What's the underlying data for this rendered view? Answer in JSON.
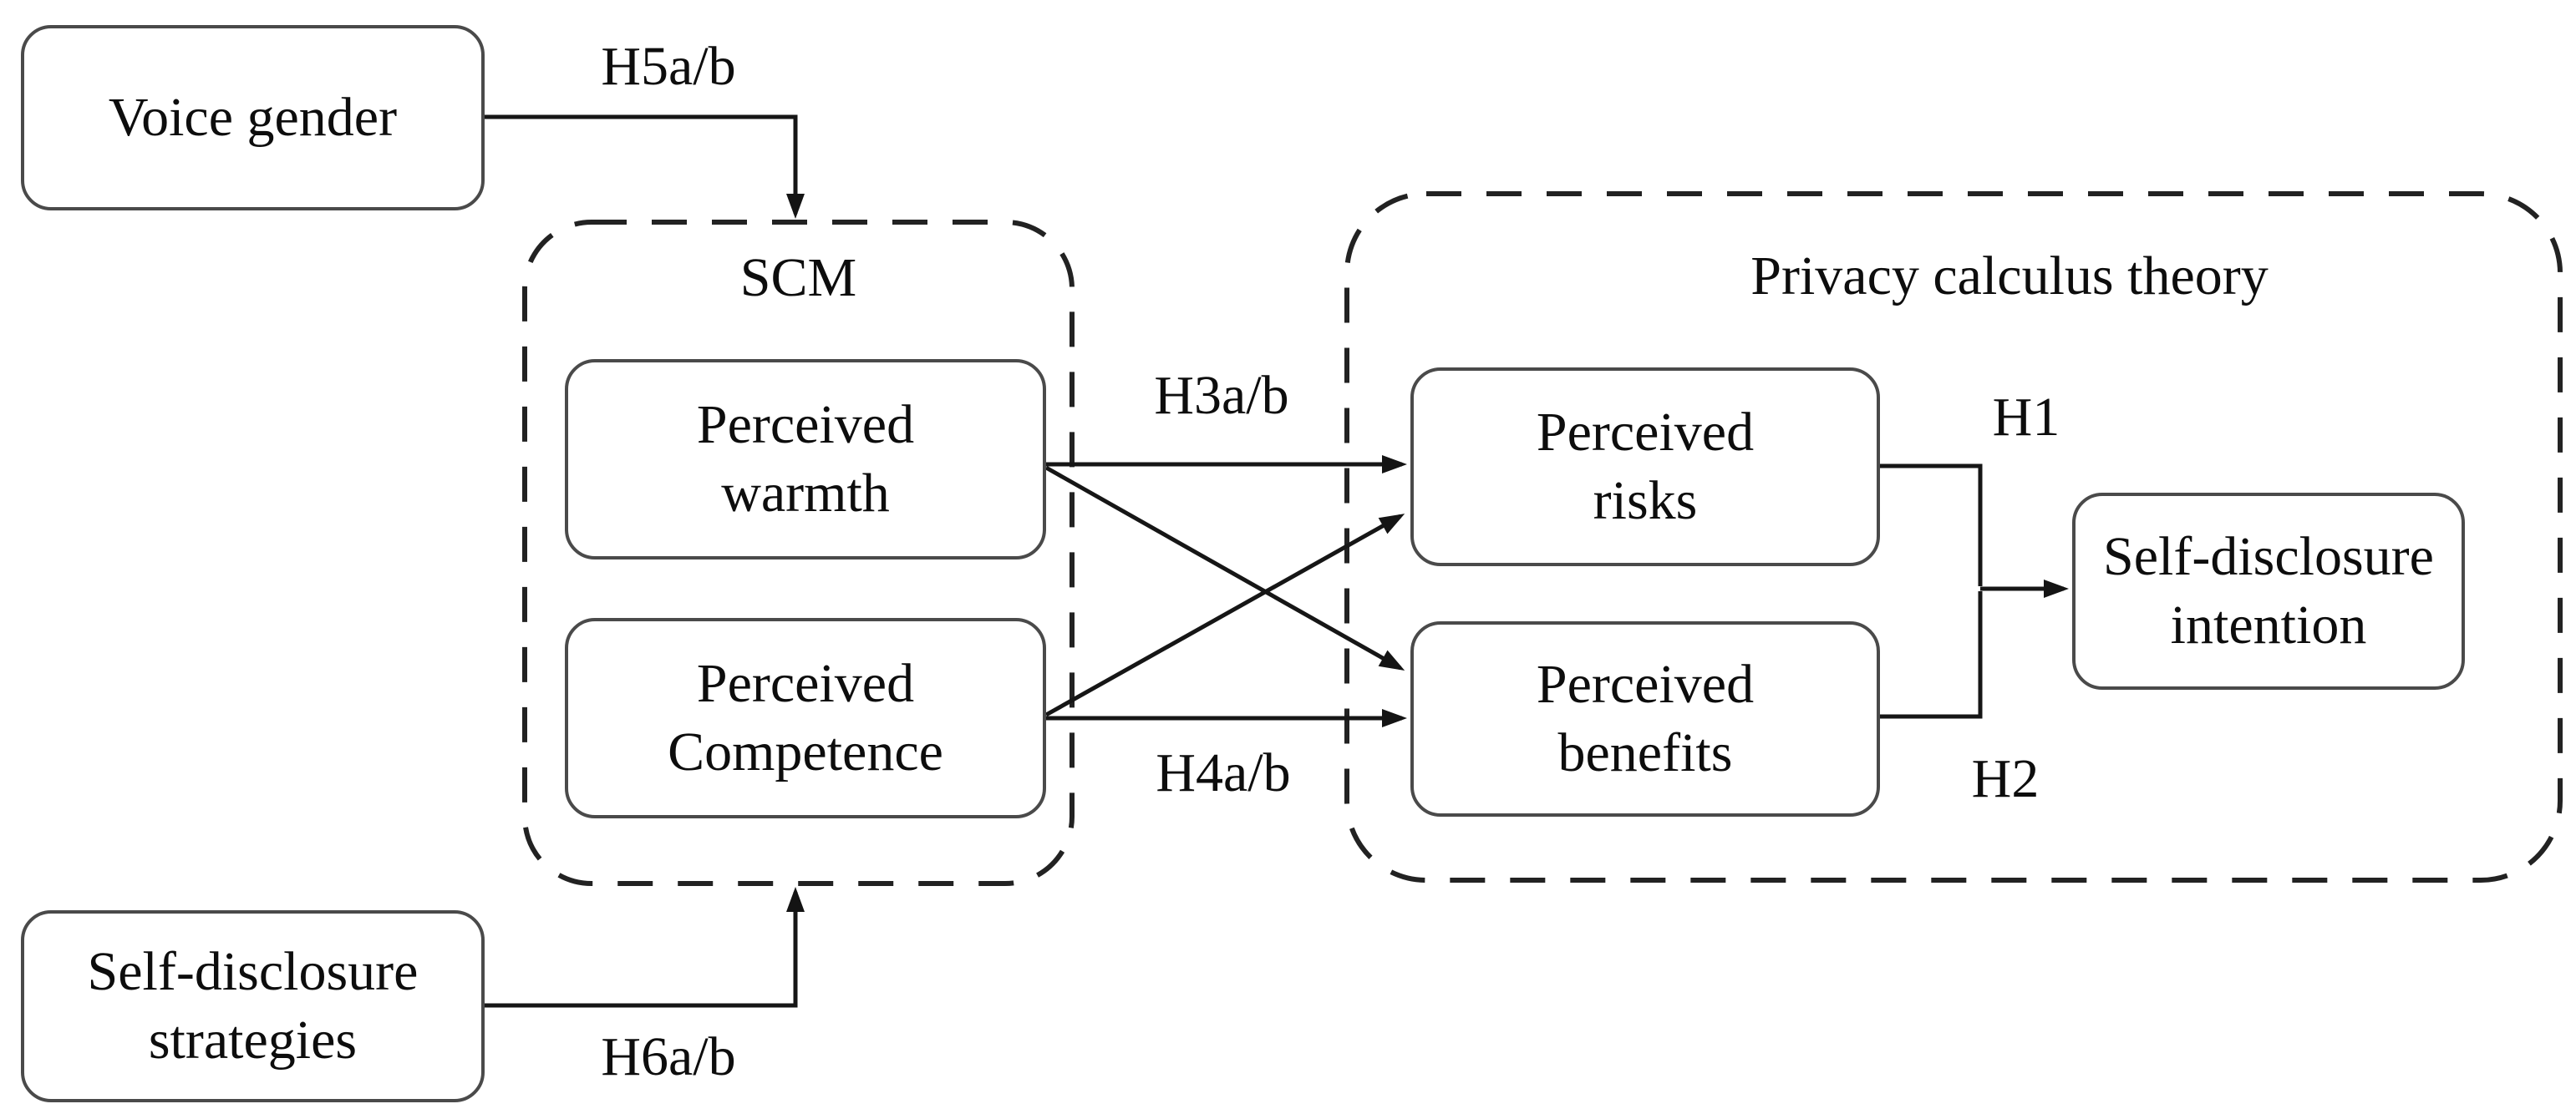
{
  "diagram": {
    "nodes": {
      "voice_gender": {
        "label": "Voice gender"
      },
      "perceived_warmth": {
        "label": "Perceived\nwarmth"
      },
      "perceived_competence": {
        "label": "Perceived\nCompetence"
      },
      "perceived_risks": {
        "label": "Perceived\nrisks"
      },
      "perceived_benefits": {
        "label": "Perceived\nbenefits"
      },
      "self_disclosure_intention": {
        "label": "Self-disclosure\nintention"
      },
      "self_disclosure_strategies": {
        "label": "Self-disclosure\nstrategies"
      }
    },
    "containers": {
      "scm": {
        "title": "SCM"
      },
      "privacy_calculus": {
        "title": "Privacy calculus theory"
      }
    },
    "hypothesis_labels": {
      "h1": "H1",
      "h2": "H2",
      "h3": "H3a/b",
      "h4": "H4a/b",
      "h5": "H5a/b",
      "h6": "H6a/b"
    },
    "edges": [
      {
        "from": "voice_gender",
        "to": "scm",
        "hypothesis": "h5"
      },
      {
        "from": "self_disclosure_strategies",
        "to": "scm",
        "hypothesis": "h6"
      },
      {
        "from": "perceived_warmth",
        "to": "perceived_risks",
        "hypothesis": "h3"
      },
      {
        "from": "perceived_warmth",
        "to": "perceived_benefits",
        "hypothesis": ""
      },
      {
        "from": "perceived_competence",
        "to": "perceived_risks",
        "hypothesis": ""
      },
      {
        "from": "perceived_competence",
        "to": "perceived_benefits",
        "hypothesis": "h4"
      },
      {
        "from": "perceived_risks",
        "to": "self_disclosure_intention",
        "hypothesis": "h1"
      },
      {
        "from": "perceived_benefits",
        "to": "self_disclosure_intention",
        "hypothesis": "h2"
      }
    ],
    "colors": {
      "background": "#ffffff",
      "text": "#0d0d0d",
      "line": "#161616",
      "node_border": "#4a4a4a",
      "dashed_border": "#222222"
    }
  }
}
